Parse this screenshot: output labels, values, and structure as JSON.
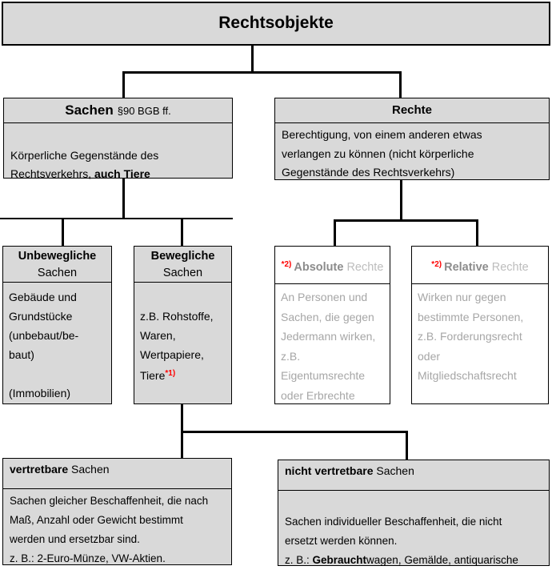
{
  "palette": {
    "box_fill": "#d9d9d9",
    "border": "#000000",
    "red_accent": "#ff0000",
    "gray_bold_text": "#8c8c8c",
    "gray_body_text": "#a6a6a6"
  },
  "root": {
    "title": "Rechtsobjekte"
  },
  "sachen": {
    "title": "Sachen",
    "title_note": "§90 BGB ff.",
    "body_run1": "Körperliche Gegenstände des\nRechtsverkehrs, ",
    "body_run2_bold": "auch Tiere"
  },
  "rechte": {
    "title": "Rechte",
    "body": "Berechtigung, von einem anderen etwas\nverlangen zu können (nicht körperliche\nGegenstände des Rechtsverkehrs)"
  },
  "unbewegliche": {
    "title_bold": "Unbewegliche",
    "title_rest": "Sachen",
    "body": "Gebäude und\nGrundstücke\n(unbebaut/be-\nbaut)\n\n(Immobilien)"
  },
  "bewegliche": {
    "title_bold": "Bewegliche",
    "title_rest": "Sachen",
    "body_run1": "z.B. Rohstoffe,\nWaren,\nWertpapiere,\nTiere",
    "footnote": "*1)"
  },
  "absolute": {
    "footnote": "*2)",
    "title_bold": "Absolute",
    "title_rest": " Rechte",
    "body": "An Personen und\nSachen, die gegen\nJedermann wirken,\nz.B.\nEigentumsrechte\noder Erbrechte"
  },
  "relative": {
    "footnote": "*2)",
    "title_bold": "Relative",
    "title_rest": " Rechte",
    "body": "Wirken nur gegen\nbestimmte Personen,\nz.B. Forderungsrecht\noder\nMitgliedschaftsrecht"
  },
  "vertretbar": {
    "title_bold": "vertretbare",
    "title_rest": " Sachen",
    "body": "Sachen gleicher Beschaffenheit, die nach\nMaß, Anzahl oder Gewicht bestimmt\nwerden und ersetzbar sind.\nz. B.: 2-Euro-Münze, VW-Aktien."
  },
  "nicht_vertretbar": {
    "title_bold": "nicht vertretbare",
    "title_rest": " Sachen",
    "body_run1": "Sachen individueller Beschaffenheit, die nicht\nersetzt werden können.\nz. B.: ",
    "body_run2_bold": "Gebraucht",
    "body_run3": "wagen, Gemälde, antiquarische\nMöbel."
  }
}
